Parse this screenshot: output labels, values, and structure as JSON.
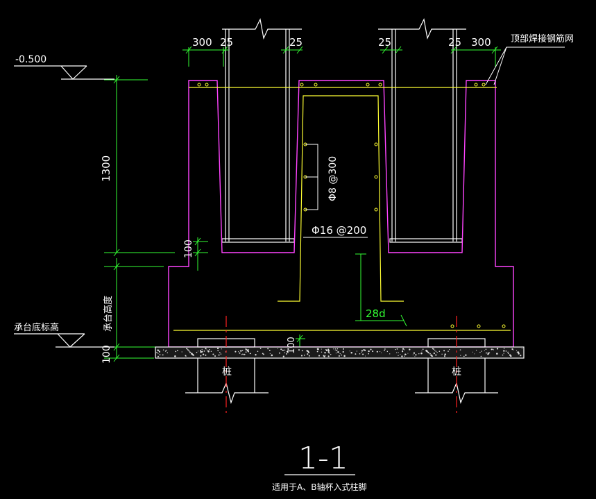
{
  "drawing": {
    "background_color": "#000000",
    "colors": {
      "concrete_outline": "#ff44ff",
      "rebar": "#ffff33",
      "dimension": "#33ff33",
      "linework": "#ffffff",
      "pile_axis": "#ff2222"
    },
    "elevation_top": "-0.500",
    "elevation_bottom_label": "承台底标高",
    "dim_left_top": "300",
    "dim_left_cover_1": "25",
    "dim_left_cover_2": "25",
    "dim_right_cover_1": "25",
    "dim_right_cover_2": "25",
    "dim_right_top": "300",
    "top_mesh_note": "顶部焊接钢筋网",
    "dim_height_1300": "1300",
    "dim_step_100": "100",
    "dim_cap_height": "承台高度",
    "dim_bottom_100": "100",
    "dim_cushion_100": "100",
    "rebar_stirrup": "Φ8 @300",
    "rebar_main": "Φ16 @200",
    "anchor_length": "28d",
    "pile_left": "桩",
    "pile_right": "桩",
    "section_title": "1-1",
    "section_note": "适用于A、B轴杯入式柱脚"
  }
}
